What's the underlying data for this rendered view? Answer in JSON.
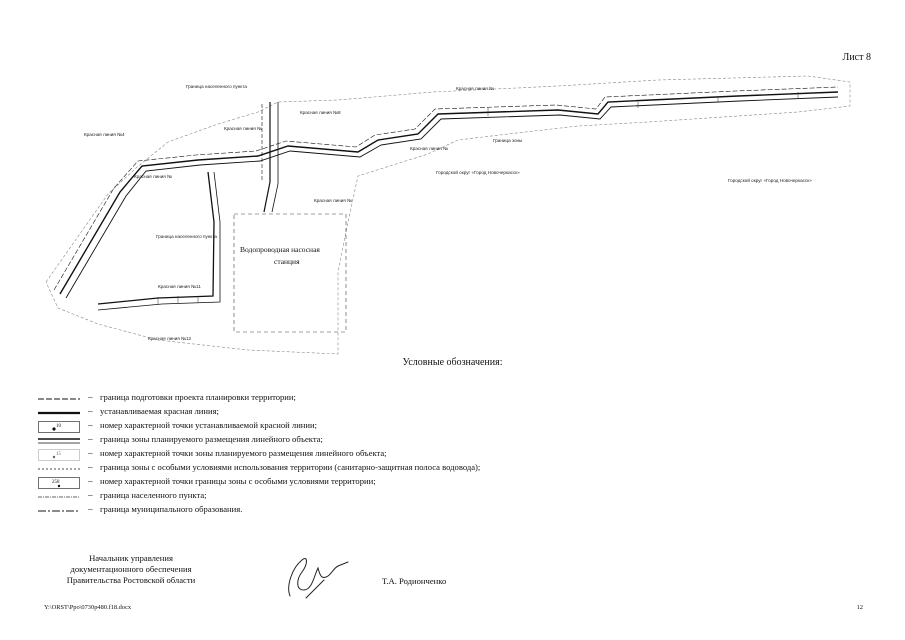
{
  "sheet": {
    "label": "Лист 8"
  },
  "map": {
    "labels": {
      "lbl_a": "Граница населенного пункта",
      "lbl_b": "Красная линия №",
      "lbl_c": "Красная линия №4",
      "lbl_d": "Красная линия №",
      "lbl_e": "Красная линия №8",
      "lbl_f": "Красная линия №",
      "lbl_g": "Граница зоны",
      "lbl_h": "Красная линия №",
      "lbl_i": "Городской округ «Город Новочеркасск»",
      "lbl_j": "Городской округ «Город Новочеркасск»",
      "lbl_k": "Красная линия №",
      "lbl_l": "Граница населенного пункта",
      "lbl_m": "Красная линия №11",
      "lbl_n": "Красная линия №12"
    },
    "station_line1": "Водопроводная насосная",
    "station_line2": "станция"
  },
  "legend": {
    "title": "Условные обозначения:",
    "items": [
      {
        "dash": "–",
        "text": "граница подготовки проекта планировки территории;"
      },
      {
        "dash": "–",
        "text": "устанавливаемая красная линия;"
      },
      {
        "dash": "–",
        "text": "номер характерной точки устанавливаемой красной линии;",
        "symbol_label": "10"
      },
      {
        "dash": "–",
        "text": "граница зоны планируемого размещения линейного объекта;"
      },
      {
        "dash": "–",
        "text": "номер характерной точки зоны планируемого размещения линейного объекта;",
        "symbol_label": "15"
      },
      {
        "dash": "–",
        "text": "граница зоны с особыми условиями использования территории (санитарно-защитная полоса водовода);"
      },
      {
        "dash": "–",
        "text": "номер характерной точки границы зоны с особыми условиями территории;",
        "symbol_label": "258"
      },
      {
        "dash": "–",
        "text": "граница населенного пункта;"
      },
      {
        "dash": "–",
        "text": "граница муниципального образования."
      }
    ]
  },
  "signer": {
    "line1": "Начальник управления",
    "line2": "документационного обеспечения",
    "line3": "Правительства Ростовской области",
    "name": "Т.А. Родионченко"
  },
  "footer": {
    "path": "Y:\\ORST\\Ppo\\0730p480.f18.docx",
    "page": "12"
  },
  "colors": {
    "ink": "#111111",
    "paper": "#ffffff",
    "grey": "#666666"
  }
}
